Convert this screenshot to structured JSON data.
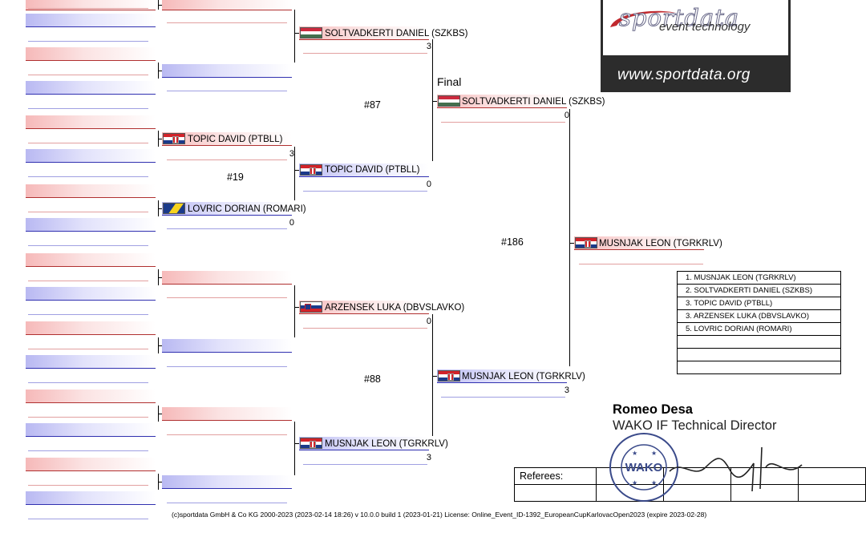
{
  "logo": {
    "brand": "sportdata",
    "tagline": "event technology",
    "url": "www.sportdata.org"
  },
  "bracket": {
    "final_label": "Final",
    "match_numbers": {
      "m19": "#19",
      "m87": "#87",
      "m88": "#88",
      "m186": "#186"
    },
    "round2": [
      {
        "name": "TOPIC DAVID (PTBLL)",
        "flag": "croatia",
        "score": "3"
      },
      {
        "name": "LOVRIC DORIAN (ROMARI)",
        "flag": "bosnia",
        "score": "0"
      }
    ],
    "round3": [
      {
        "name": "SOLTVADKERTI DANIEL (SZKBS)",
        "flag": "hungary",
        "score": "3"
      },
      {
        "name": "TOPIC DAVID (PTBLL)",
        "flag": "croatia",
        "score": "0"
      },
      {
        "name": "ARZENSEK LUKA (DBVSLAVKO)",
        "flag": "slovenia",
        "score": "0"
      },
      {
        "name": "MUSNJAK LEON (TGRKRLV)",
        "flag": "croatia",
        "score": "3"
      }
    ],
    "semi": [
      {
        "name": "SOLTVADKERTI DANIEL (SZKBS)",
        "flag": "hungary",
        "score": "0"
      },
      {
        "name": "MUSNJAK LEON (TGRKRLV)",
        "flag": "croatia",
        "score": "3"
      }
    ],
    "winner": {
      "name": "MUSNJAK LEON (TGRKRLV)",
      "flag": "croatia"
    }
  },
  "results": [
    "1. MUSNJAK LEON (TGRKRLV)",
    "2. SOLTVADKERTI DANIEL (SZKBS)",
    "3. TOPIC DAVID (PTBLL)",
    "3. ARZENSEK LUKA (DBVSLAVKO)",
    "5. LOVRIC DORIAN (ROMARI)",
    "",
    "",
    ""
  ],
  "signature": {
    "name": "Romeo Desa",
    "role": "WAKO IF Technical Director",
    "stamp_text": "WAKO"
  },
  "referees_label": "Referees:",
  "footer": "(c)sportdata GmbH & Co KG 2000-2023 (2023-02-14 18:26)  v 10.0.0 build 1 (2023-01-21) License: Online_Event_ID-1392_EuropeanCupKarlovacOpen2023 (expire 2023-02-28)"
}
